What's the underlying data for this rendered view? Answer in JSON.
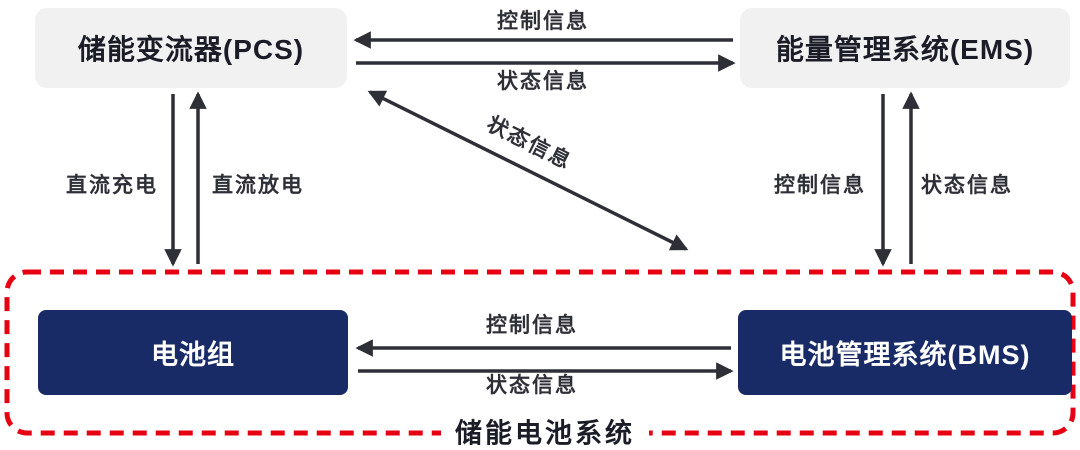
{
  "diagram": {
    "nodes": {
      "pcs": "储能变流器(PCS)",
      "ems": "能量管理系统(EMS)",
      "battery": "电池组",
      "bms": "电池管理系统(BMS)"
    },
    "group_label": "储能电池系统",
    "edge_labels": {
      "ems_pcs_control": "控制信息",
      "pcs_ems_status": "状态信息",
      "dc_charge": "直流充电",
      "dc_discharge": "直流放电",
      "bms_pcs_status": "状态信息",
      "ems_bms_control": "控制信息",
      "bms_ems_status": "状态信息",
      "bms_battery_control": "控制信息",
      "battery_bms_status": "状态信息"
    }
  },
  "colors": {
    "arrow": "#2f2f38",
    "light_box_bg": "#f1f1f2",
    "light_box_text": "#1c1c28",
    "dark_box_bg": "#182b66",
    "dark_box_text": "#ffffff",
    "group_border": "#e60012",
    "label_text": "#2f2f38",
    "background": "#ffffff"
  }
}
